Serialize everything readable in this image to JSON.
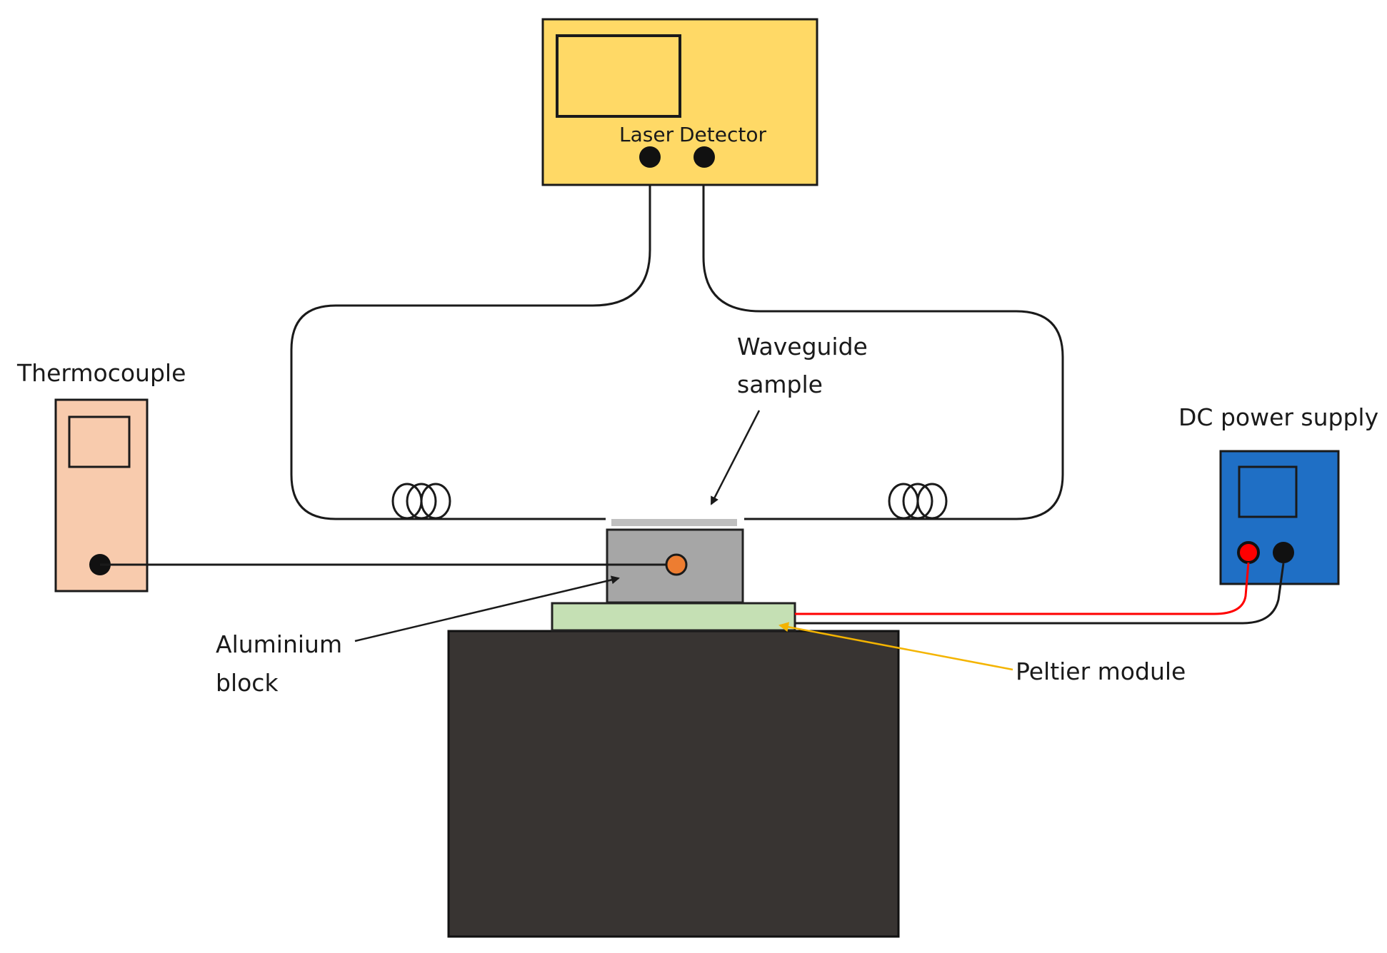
{
  "colors": {
    "laser_unit_fill": "#FFD966",
    "thermocouple_fill": "#F8CBAD",
    "dc_supply_fill": "#1F6FC5",
    "aluminium_fill": "#A6A6A6",
    "peltier_fill": "#C5E0B4",
    "base_fill": "#383432",
    "probe_dot": "#ED7D31",
    "red_wire": "#FF0000",
    "peltier_arrow": "#F4B400"
  },
  "instrument": {
    "laser_port": "Laser",
    "detector_port": "Detector"
  },
  "labels": {
    "waveguide_line1": "Waveguide",
    "waveguide_line2": "sample",
    "thermocouple": "Thermocouple",
    "dc_power_supply": "DC power supply",
    "aluminium_line1": "Aluminium",
    "aluminium_line2": "block",
    "peltier_module": "Peltier module"
  }
}
